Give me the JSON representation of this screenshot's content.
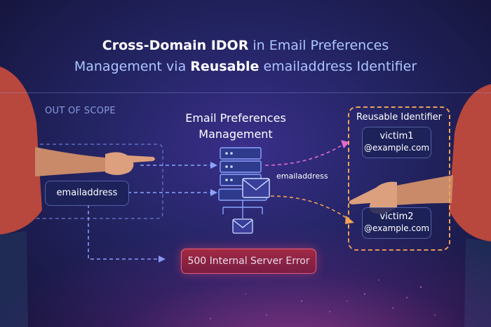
{
  "title": {
    "part1": "Cross-Domain IDOR",
    "part2": " in Email Preferences",
    "part3": "Management via ",
    "part4": "Reusable",
    "part5": " emailaddress Identifier"
  },
  "out_of_scope_label": "OUT OF SCOPE",
  "service": {
    "line1": "Email Preferences",
    "line2": "Management"
  },
  "emailaddress_box": "emailaddress",
  "edge_label": "emailaddress",
  "reusable_identifier": {
    "label": "Reusable Identifier",
    "victims": [
      {
        "name": "victim1",
        "domain": "@example.com"
      },
      {
        "name": "victim2",
        "domain": "@example.com"
      }
    ]
  },
  "error_text": "500 Internal Server Error",
  "colors": {
    "accent_orange": "#f0a256",
    "error_red": "#a82a3a",
    "title_blue": "#aec6ff",
    "shirt": "#b8473d"
  },
  "icons": [
    "server-icon",
    "envelope-icon",
    "pointing-hand-icon"
  ]
}
